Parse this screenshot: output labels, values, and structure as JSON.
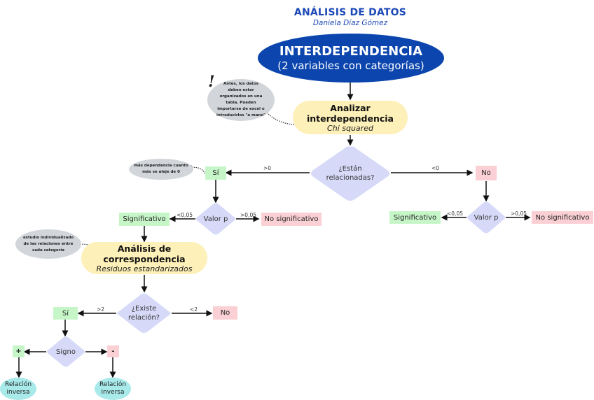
{
  "header": {
    "title": "ANÁLISIS DE DATOS",
    "author": "Daniela Díaz Gómez"
  },
  "colors": {
    "title_blue": "#1d49b6",
    "main_ellipse": "#0b45ad",
    "process_pill": "#fdf0b8",
    "decision_diamond": "#d6daf8",
    "yes_green": "#c6f6c8",
    "no_red": "#fbd0d4",
    "note_gray": "#d2d5da",
    "result_teal": "#a8e9ea"
  },
  "nodes": {
    "main": {
      "line1": "INTERDEPENDENCIA",
      "line2": "(2 variables con categorías)"
    },
    "note_data": {
      "text": "Antes, los datos deben estar organizados en una tabla. Pueden importarse de excel o introducirlos \"a mano\"",
      "icon": "exclamation-icon"
    },
    "analyze": {
      "title": "Analizar interdependencia",
      "subtitle": "Chi squared"
    },
    "related_decision": {
      "line1": "¿Están",
      "line2": "relacionadas?"
    },
    "yes_related": "Sí",
    "no_related": "No",
    "note_dependence": {
      "line1": "más dependencia cuanto",
      "line2": "más se aleje de 0"
    },
    "pvalue_left": "Valor p",
    "pvalue_right": "Valor p",
    "significant_left": "Significativo",
    "not_significant_left": "No significativo",
    "significant_right": "Significativo",
    "not_significant_right": "No significativo",
    "note_study": {
      "line1": "estudio individualizado",
      "line2": "de las relaciones entre",
      "line3": "cada categoría"
    },
    "correspondence": {
      "title": "Análisis de correspondencia",
      "subtitle": "Residuos estandarizados"
    },
    "exists_decision": {
      "line1": "¿Existe",
      "line2": "relación?"
    },
    "yes_exists": "Sí",
    "no_exists": "No",
    "sign_decision": "Signo",
    "plus": "+",
    "minus": "-",
    "result_plus": {
      "line1": "Relación",
      "line2": "inversa"
    },
    "result_minus": {
      "line1": "Relación",
      "line2": "inversa"
    }
  },
  "edges": {
    "gt0": ">0",
    "lt0": "<0",
    "lt005_left": "<0,05",
    "gt005_left": ">0,05",
    "lt005_right": "<0,05",
    "gt005_right": ">0,05",
    "gt2": ">2",
    "lt2": "<2"
  }
}
